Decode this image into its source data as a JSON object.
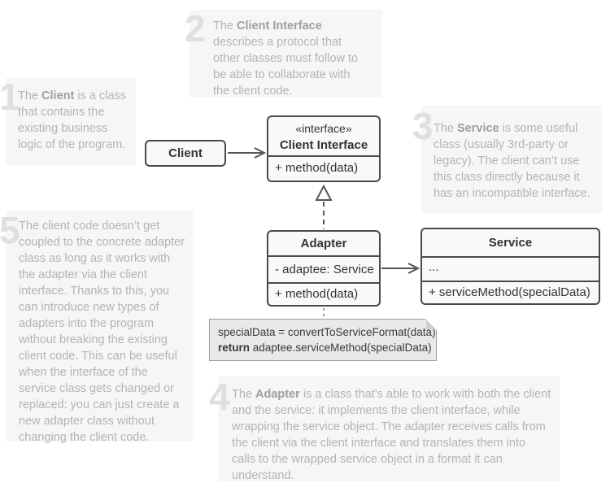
{
  "colors": {
    "arrow": "#555555",
    "box_border": "#4a4a4a",
    "box_fill": "#f9f9f9",
    "callout_bg": "#f6f6f6",
    "callout_text": "#b4b4b4",
    "callout_bold": "#9e9e9e",
    "callout_number": "#dfdfdf",
    "note_bg": "#e9e9e9",
    "note_border": "#9b9b9b",
    "uml_text": "#333333"
  },
  "uml": {
    "client": {
      "title": "Client"
    },
    "client_interface": {
      "stereotype": "«interface»",
      "title": "Client Interface",
      "method": "+ method(data)"
    },
    "adapter": {
      "title": "Adapter",
      "attr": "- adaptee: Service",
      "method": "+ method(data)"
    },
    "service": {
      "title": "Service",
      "ellipsis": "...",
      "method": "+ serviceMethod(specialData)"
    },
    "note": {
      "line1": "specialData = convertToServiceFormat(data)",
      "line2_bold": "return",
      "line2_rest": " adaptee.serviceMethod(specialData)"
    }
  },
  "callouts": {
    "c1": {
      "number": "1",
      "pre": "The ",
      "bold": "Client",
      "post": " is a class that contains the existing business logic of the program."
    },
    "c2": {
      "number": "2",
      "pre": "The ",
      "bold": "Client Interface",
      "post": " describes a protocol that other classes must follow to be able to collaborate with the client code."
    },
    "c3": {
      "number": "3",
      "pre": "The ",
      "bold": "Service",
      "post": " is some useful class (usually 3rd-party or legacy). The client can’t use this class directly because it has an incompatible interface."
    },
    "c4": {
      "number": "4",
      "pre": "The ",
      "bold": "Adapter",
      "post": " is a class that’s able to work with both the client and the service: it implements the client interface, while wrapping the service object. The adapter receives calls from the client via the client interface and translates them into calls to the wrapped service object in a format it can understand."
    },
    "c5": {
      "number": "5",
      "pre": "The client code doesn’t get coupled to the concrete adapter class as long as it works with the adapter via the client interface. Thanks to this, you can introduce new types of adapters into the program without breaking the existing client code. This can be useful when the interface of the service class gets changed or replaced: you can just create a new adapter class without changing the client code.",
      "bold": "",
      "post": ""
    }
  }
}
